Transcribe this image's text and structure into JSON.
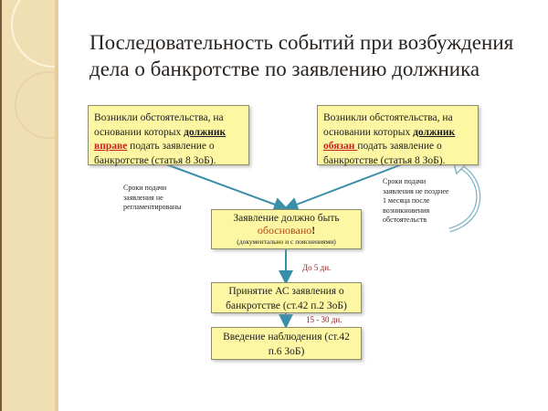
{
  "title": {
    "line1": "Последовательность событий при возбуждения",
    "line2": "дела о банкротстве по заявлению должника"
  },
  "colors": {
    "box_fill": "#fdf7a4",
    "arrow": "#3a8fa8",
    "highlight_red": "#cc1f1f",
    "interval_text": "#8b1a1a",
    "sidebar": "#f1dfb4"
  },
  "left_box": {
    "text_before": "Возникли обстоятельства, на основании которых ",
    "underlined": "должник",
    "highlight": "вправе",
    "text_after": " подать заявление о банкротстве (статья 8 ЗоБ)."
  },
  "right_box": {
    "text_before": "Возникли обстоятельства, на основании которых ",
    "underlined": "должник",
    "highlight": "обязан ",
    "text_after": "подать заявление о банкротстве (статья 8 ЗоБ)."
  },
  "left_note": {
    "lines": [
      "Сроки подачи",
      "заявления не",
      "регламентированы"
    ]
  },
  "right_note": {
    "lines": [
      "Сроки подачи",
      "заявления не позднее",
      "1 месяца после",
      "возникновения",
      "обстоятельств"
    ]
  },
  "step1": {
    "line1": "Заявление должно быть",
    "emphasis": "обоснованo",
    "exclaim": "!",
    "sub": "(документально и с пояснениями)"
  },
  "interval1": "До 5 дн.",
  "step2": {
    "line1": "Принятие  АС заявления о",
    "line2": "банкротстве  (ст.42 п.2 ЗоБ)"
  },
  "interval2": "15 - 30 дн.",
  "step3": {
    "line1": "Введение наблюдения (ст.42",
    "line2": "п.6 ЗоБ)"
  }
}
